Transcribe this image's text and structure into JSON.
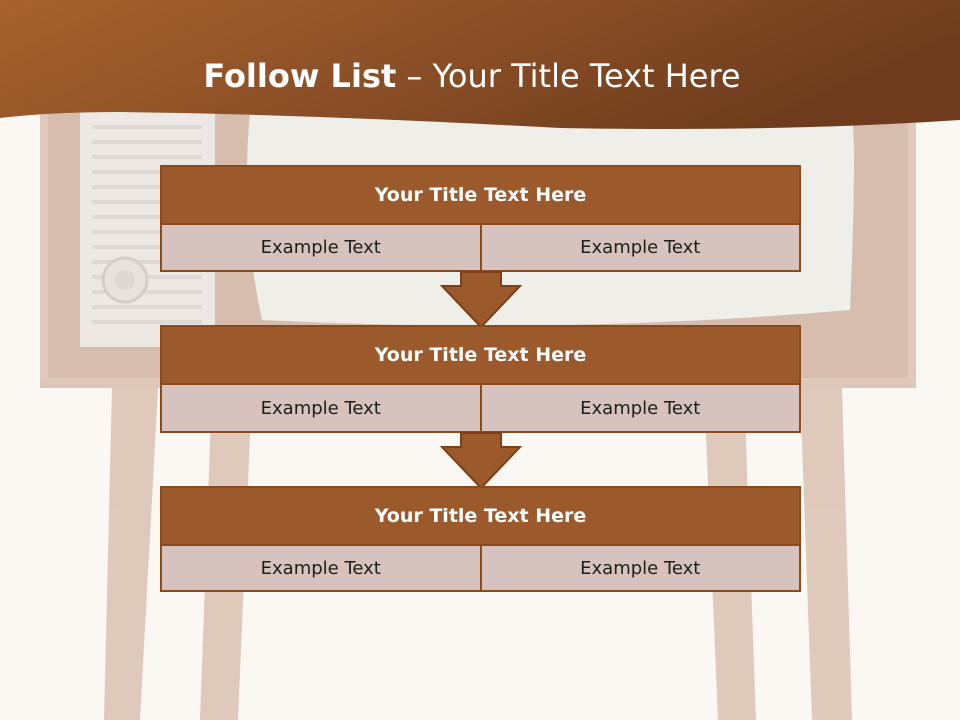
{
  "slide": {
    "title_bold": "Follow List",
    "title_rest": " – Your Title Text Here"
  },
  "steps": [
    {
      "title": "Your Title Text Here",
      "left": "Example Text",
      "right": "Example Text"
    },
    {
      "title": "Your Title Text Here",
      "left": "Example Text",
      "right": "Example Text"
    },
    {
      "title": "Your Title Text Here",
      "left": "Example Text",
      "right": "Example Text"
    }
  ],
  "colors": {
    "header": "#9a5a2c",
    "box_title": "#9c592b",
    "box_cell": "#d7c3bd",
    "border": "#8a4a1e",
    "background": "#fbf7f3"
  }
}
